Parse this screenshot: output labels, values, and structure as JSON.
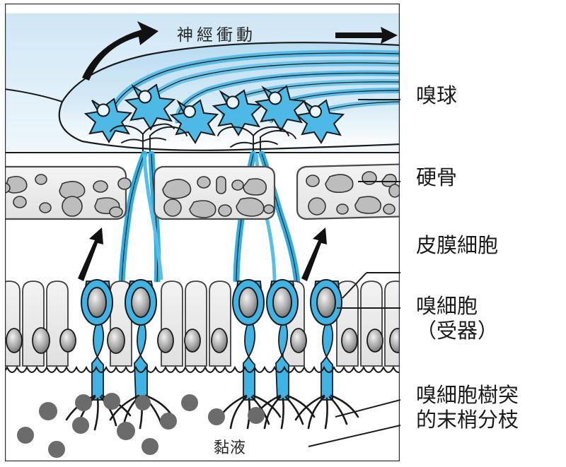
{
  "figure": {
    "title_internal": "olfactory-system-cross-section",
    "in_diagram_labels": {
      "nerve_impulse": "神經衝動",
      "mucus": "黏液"
    },
    "side_labels": [
      {
        "id": "olfactory-bulb",
        "text": "嗅球",
        "lines": [
          "嗅球"
        ]
      },
      {
        "id": "bone",
        "text": "硬骨",
        "lines": [
          "硬骨"
        ]
      },
      {
        "id": "epithelial-cell",
        "text": "皮膜細胞",
        "lines": [
          "皮膜細胞"
        ]
      },
      {
        "id": "olfactory-cell",
        "text": "嗅細胞（受器）",
        "lines": [
          "嗅細胞",
          "（受器）"
        ]
      },
      {
        "id": "dendrite-terminal-branches",
        "text": "嗅細胞樹突的末梢分枝",
        "lines": [
          "嗅細胞樹突",
          "的末梢分枝"
        ]
      }
    ],
    "colors": {
      "cell_blue": "#3fb3e3",
      "bulb_fill": "#cfe7f5",
      "bulb_gradient_top": "#bfdff2",
      "bone_fill": "#ececec",
      "bone_inclusion": "#b8b8b8",
      "epithelium_fill": "#e9e9e9",
      "nucleus_grey": "#8c8c8c",
      "odor_molecule": "#6b6b6b",
      "outline": "#1a1a1a",
      "arrow": "#111111",
      "background": "#ffffff"
    },
    "structures": {
      "mitral_cells_count": 6,
      "olfactory_cells_count": 5,
      "bone_segments_count": 3,
      "arrows": [
        {
          "name": "impulse-arrow-curved-left",
          "direction": "up-left"
        },
        {
          "name": "impulse-arrow-straight-right",
          "direction": "right"
        },
        {
          "name": "signal-arrow-left",
          "direction": "up"
        },
        {
          "name": "signal-arrow-right",
          "direction": "up"
        }
      ]
    }
  }
}
